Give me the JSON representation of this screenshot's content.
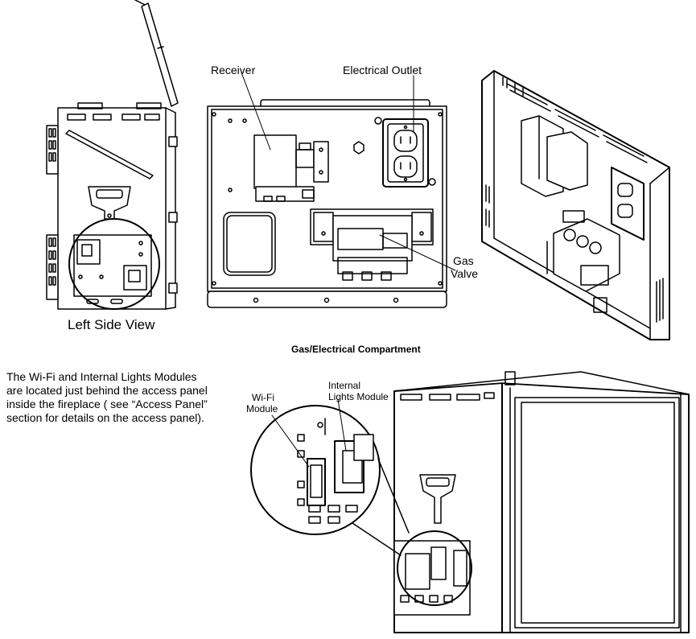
{
  "labels": {
    "left_side_view": "Left Side View",
    "receiver": "Receiver",
    "electrical_outlet": "Electrical Outlet",
    "gas_valve": [
      "Gas",
      "Valve"
    ],
    "compartment_caption": "Gas/Electrical Compartment",
    "wifi_module": [
      "Wi-Fi",
      "Module"
    ],
    "internal_lights_module": [
      "Internal",
      "Lights Module"
    ]
  },
  "description_lines": [
    "The Wi-Fi and Internal Lights Modules",
    "are located just behind the access panel",
    "inside the fireplace ( see “Access Panel”",
    "section for details on the access panel)."
  ]
}
